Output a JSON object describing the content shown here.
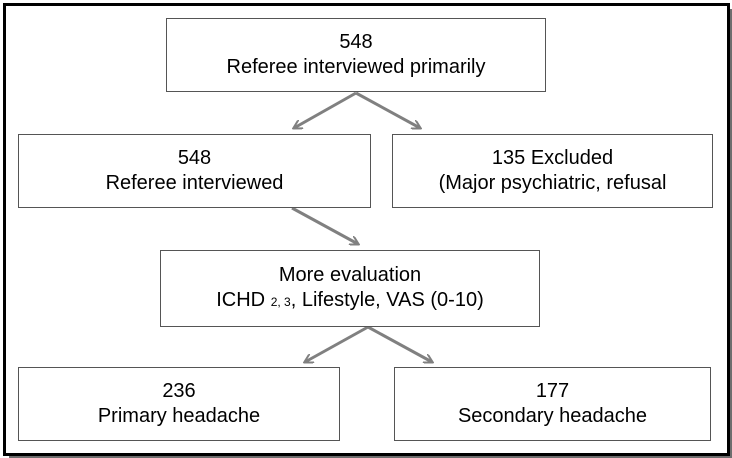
{
  "nodes": {
    "top": {
      "count": "548",
      "label": "Referee interviewed primarily"
    },
    "interviewed": {
      "count": "548",
      "label": "Referee interviewed"
    },
    "excluded": {
      "line1": "135 Excluded",
      "line2": "(Major psychiatric, refusal"
    },
    "evaluation": {
      "line1": "More evaluation",
      "line2_prefix": "ICHD",
      "line2_sub": "2, 3",
      "line2_suffix": ", Lifestyle, VAS (0-10)"
    },
    "primary": {
      "count": "236",
      "label": "Primary headache"
    },
    "secondary": {
      "count": "177",
      "label": "Secondary headache"
    }
  },
  "colors": {
    "arrow": "#808080",
    "box_border": "#555555",
    "frame": "#000000"
  }
}
